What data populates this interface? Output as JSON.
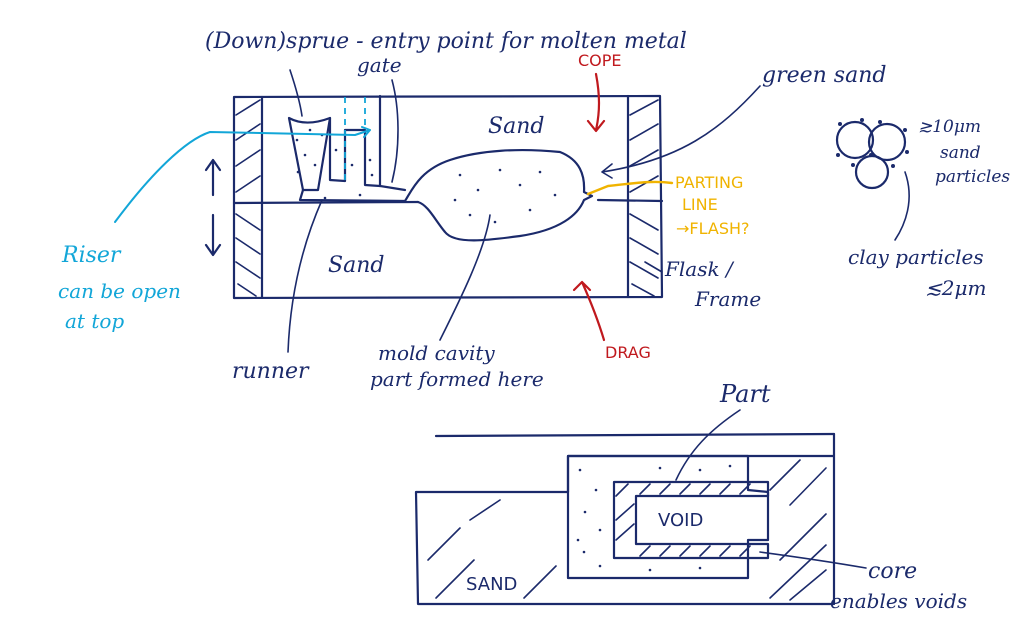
{
  "labels": {
    "sprue": "(Down)sprue - entry point for molten metal",
    "gate": "gate",
    "cope": "COPE",
    "green_sand": "green sand",
    "sand_top": "Sand",
    "sand_bottom": "Sand",
    "parting_line_1": "PARTING",
    "parting_line_2": "LINE",
    "parting_line_3": "→FLASH?",
    "flask_1": "Flask /",
    "flask_2": "Frame",
    "drag": "DRAG",
    "riser_1": "Riser",
    "riser_2": "can be open",
    "riser_3": "at top",
    "runner": "runner",
    "mold_cavity_1": "mold cavity",
    "mold_cavity_2": "part formed here",
    "sand_particle_size": "≳10μm",
    "sand_particles_1": "sand",
    "sand_particles_2": "particles",
    "clay_particles": "clay particles",
    "clay_size": "≲2μm",
    "part": "Part",
    "void": "VOID",
    "sand_lower": "SAND",
    "core_1": "core",
    "core_2": "enables voids"
  },
  "colors": {
    "ink": "#1b2a6b",
    "riser": "#12a6d8",
    "cope_drag": "#c0191e",
    "parting_line": "#f0b300"
  }
}
